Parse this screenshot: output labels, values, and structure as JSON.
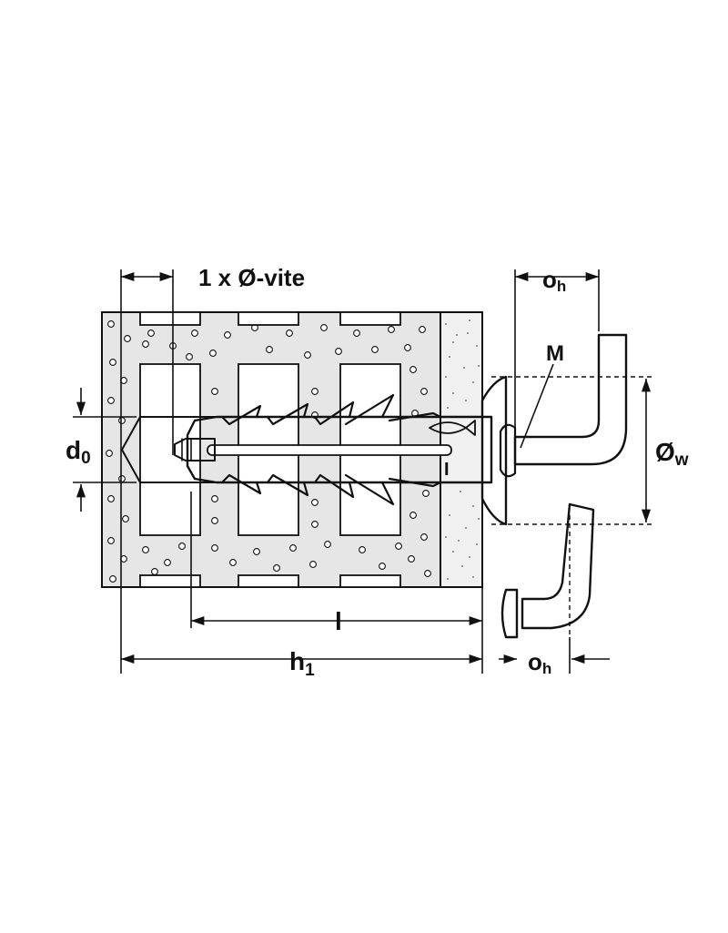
{
  "labels": {
    "screw_spacing": "1 x Ø-vite",
    "fixture_thickness_top": "o",
    "fixture_thickness_top_sub": "h",
    "thread": "M",
    "washer_diameter": "Ø",
    "washer_diameter_sub": "w",
    "drill_diameter": "d",
    "drill_diameter_sub": "0",
    "plug_length": "l",
    "plug_letter": "I",
    "hole_depth": "h",
    "hole_depth_sub": "1",
    "fixture_thickness_bottom": "o",
    "fixture_thickness_bottom_sub": "h"
  },
  "colors": {
    "line": "#111111",
    "wall_fill": "#e6e6e6",
    "plaster_fill": "#f1f1f1",
    "plug_fill": "#d9d9d9",
    "background": "#ffffff"
  }
}
